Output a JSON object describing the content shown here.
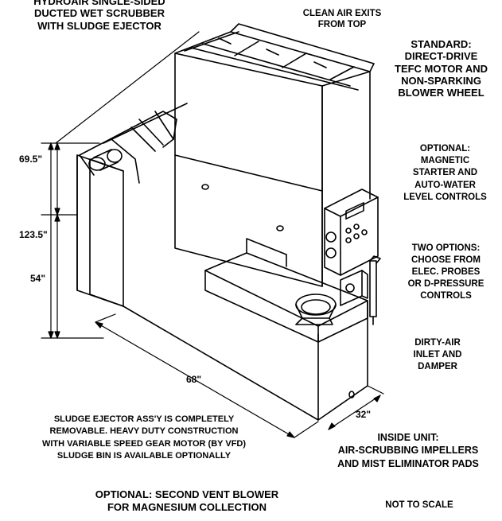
{
  "title": {
    "lines": [
      "HYDROAIR SINGLE-SIDED",
      "DUCTED WET SCRUBBER",
      "WITH SLUDGE EJECTOR"
    ]
  },
  "callouts": {
    "clean_air": [
      "CLEAN AIR EXITS",
      "FROM TOP"
    ],
    "standard": [
      "STANDARD:",
      "DIRECT-DRIVE",
      "TEFC MOTOR AND",
      "NON-SPARKING",
      "BLOWER WHEEL"
    ],
    "optional_starter": [
      "OPTIONAL:",
      "MAGNETIC",
      "STARTER AND",
      "AUTO-WATER",
      "LEVEL CONTROLS"
    ],
    "two_options": [
      "TWO OPTIONS:",
      "CHOOSE FROM",
      "ELEC. PROBES",
      "OR D-PRESSURE",
      "CONTROLS"
    ],
    "dirty_air": [
      "DIRTY-AIR",
      "INLET AND",
      "DAMPER"
    ],
    "inside_unit": [
      "INSIDE UNIT:",
      "AIR-SCRUBBING IMPELLERS",
      "AND MIST ELIMINATOR PADS"
    ],
    "sludge": [
      "SLUDGE EJECTOR ASS'Y IS COMPLETELY",
      "REMOVABLE.  HEAVY DUTY CONSTRUCTION",
      "WITH VARIABLE SPEED GEAR MOTOR (BY VFD)",
      "SLUDGE BIN IS AVAILABLE OPTIONALLY"
    ],
    "second_blower": [
      "OPTIONAL: SECOND VENT BLOWER",
      "FOR MAGNESIUM COLLECTION"
    ],
    "not_to_scale": "NOT TO SCALE"
  },
  "dimensions": {
    "upper_height": "69.5\"",
    "total_height": "123.5\"",
    "lower_height": "54\"",
    "length": "68\"",
    "width": "32\""
  }
}
